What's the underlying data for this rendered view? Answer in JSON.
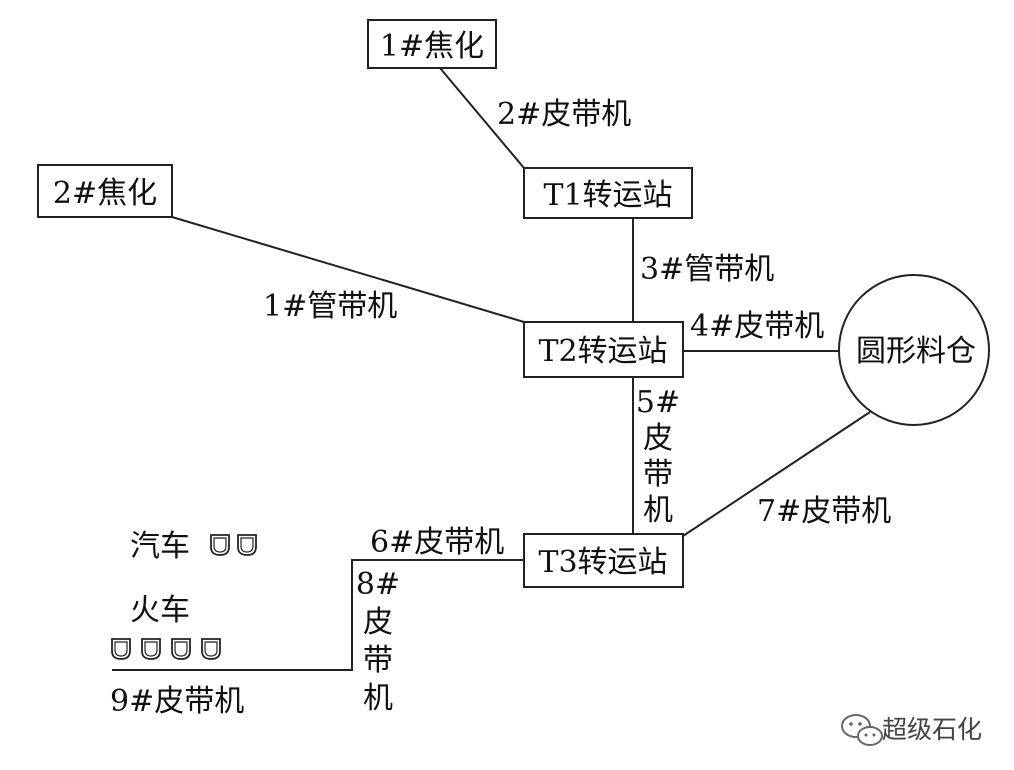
{
  "nodes": {
    "coking1": "1#焦化",
    "coking2": "2#焦化",
    "t1": "T1转运站",
    "t2": "T2转运站",
    "t3": "T3转运站",
    "silo": "圆形料仓"
  },
  "conveyors": {
    "belt2": "2#皮带机",
    "pipe1": "1#管带机",
    "pipe3": "3#管带机",
    "belt4": "4#皮带机",
    "belt5": [
      "5#",
      "皮",
      "带",
      "机"
    ],
    "belt6": "6#皮带机",
    "belt7": "7#皮带机",
    "belt8": [
      "8#",
      "皮",
      "带",
      "机"
    ],
    "belt9": "9#皮带机"
  },
  "vehicles": {
    "truck_label": "汽车",
    "truck_count": 2,
    "train_label": "火车",
    "train_count": 4
  },
  "watermark": {
    "text": "超级石化",
    "icon": "wechat-icon"
  }
}
